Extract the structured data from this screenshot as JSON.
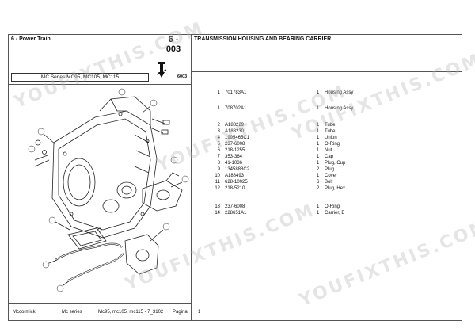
{
  "header": {
    "section": "6 - Power Train",
    "page_code": "6 -\n003",
    "page_code_line1": "6 -",
    "page_code_line2": "003",
    "title": "TRANSMISSION HOUSING AND BEARING CARRIER",
    "series": "MC Series MC95, MC105, MC115",
    "small_code": "6003"
  },
  "parts": [
    {
      "num": "1",
      "pn": "701783A1",
      "qty": "1",
      "desc": "Housing Assy"
    },
    {
      "num": "1",
      "pn": "708702A1",
      "qty": "1",
      "desc": "Housing Assy"
    },
    {
      "num": "2",
      "pn": "A188229",
      "qty": "1",
      "desc": "Tube"
    },
    {
      "num": "3",
      "pn": "A188230",
      "qty": "1",
      "desc": "Tube"
    },
    {
      "num": "4",
      "pn": "1995465C1",
      "qty": "1",
      "desc": "Union"
    },
    {
      "num": "5",
      "pn": "237-6008",
      "qty": "1",
      "desc": "O-Ring"
    },
    {
      "num": "6",
      "pn": "218-1255",
      "qty": "1",
      "desc": "Nut"
    },
    {
      "num": "7",
      "pn": "353-364",
      "qty": "1",
      "desc": "Cap"
    },
    {
      "num": "8",
      "pn": "41-1036",
      "qty": "1",
      "desc": "Plug, Cup"
    },
    {
      "num": "9",
      "pn": "1345888C2",
      "qty": "2",
      "desc": "Plug"
    },
    {
      "num": "10",
      "pn": "A188493",
      "qty": "1",
      "desc": "Cover"
    },
    {
      "num": "11",
      "pn": "628-10025",
      "qty": "6",
      "desc": "Bolt"
    },
    {
      "num": "12",
      "pn": "218-5210",
      "qty": "2",
      "desc": "Plug, Hex"
    },
    {
      "num": "13",
      "pn": "237-6008",
      "qty": "1",
      "desc": "O-Ring"
    },
    {
      "num": "14",
      "pn": "228651A1",
      "qty": "1",
      "desc": "Carrier, B"
    }
  ],
  "footer": {
    "brand": "Mccormick",
    "series": "Mc series",
    "models": "Mc95, mc105, mc115 - 7_3102",
    "page_label": "Pagina",
    "page_number": "1"
  },
  "watermark": "YOUFIXTHIS.COM"
}
